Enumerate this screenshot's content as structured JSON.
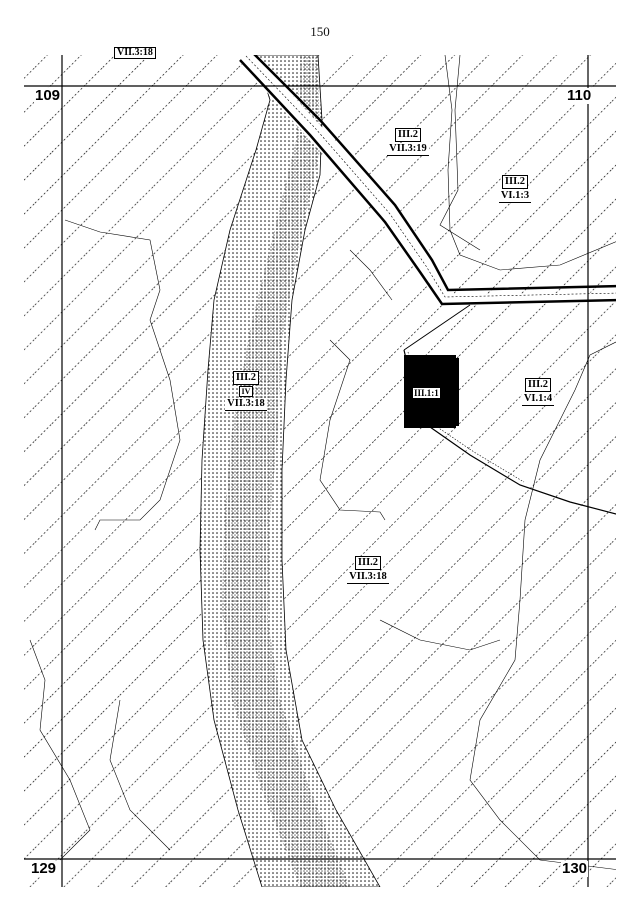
{
  "page_number": "150",
  "grid_corners": {
    "top_left": "109",
    "top_right": "110",
    "bottom_left": "129",
    "bottom_right": "130"
  },
  "cut_label": "VII.3:18",
  "zones": [
    {
      "id": "zone-top-center",
      "top": "III.2",
      "bottom": "VII.3:19"
    },
    {
      "id": "zone-top-right",
      "top": "III.2",
      "bottom": "VI.1:3"
    },
    {
      "id": "zone-corridor",
      "top": "III.2",
      "mid": "IV",
      "bottom": "VII.3:18"
    },
    {
      "id": "zone-right",
      "top": "III.2",
      "bottom": "VI.1:4"
    },
    {
      "id": "zone-bottom-center",
      "top": "III.2",
      "bottom": "VII.3:18"
    }
  ],
  "dark_parcel_label": "III.1:1"
}
